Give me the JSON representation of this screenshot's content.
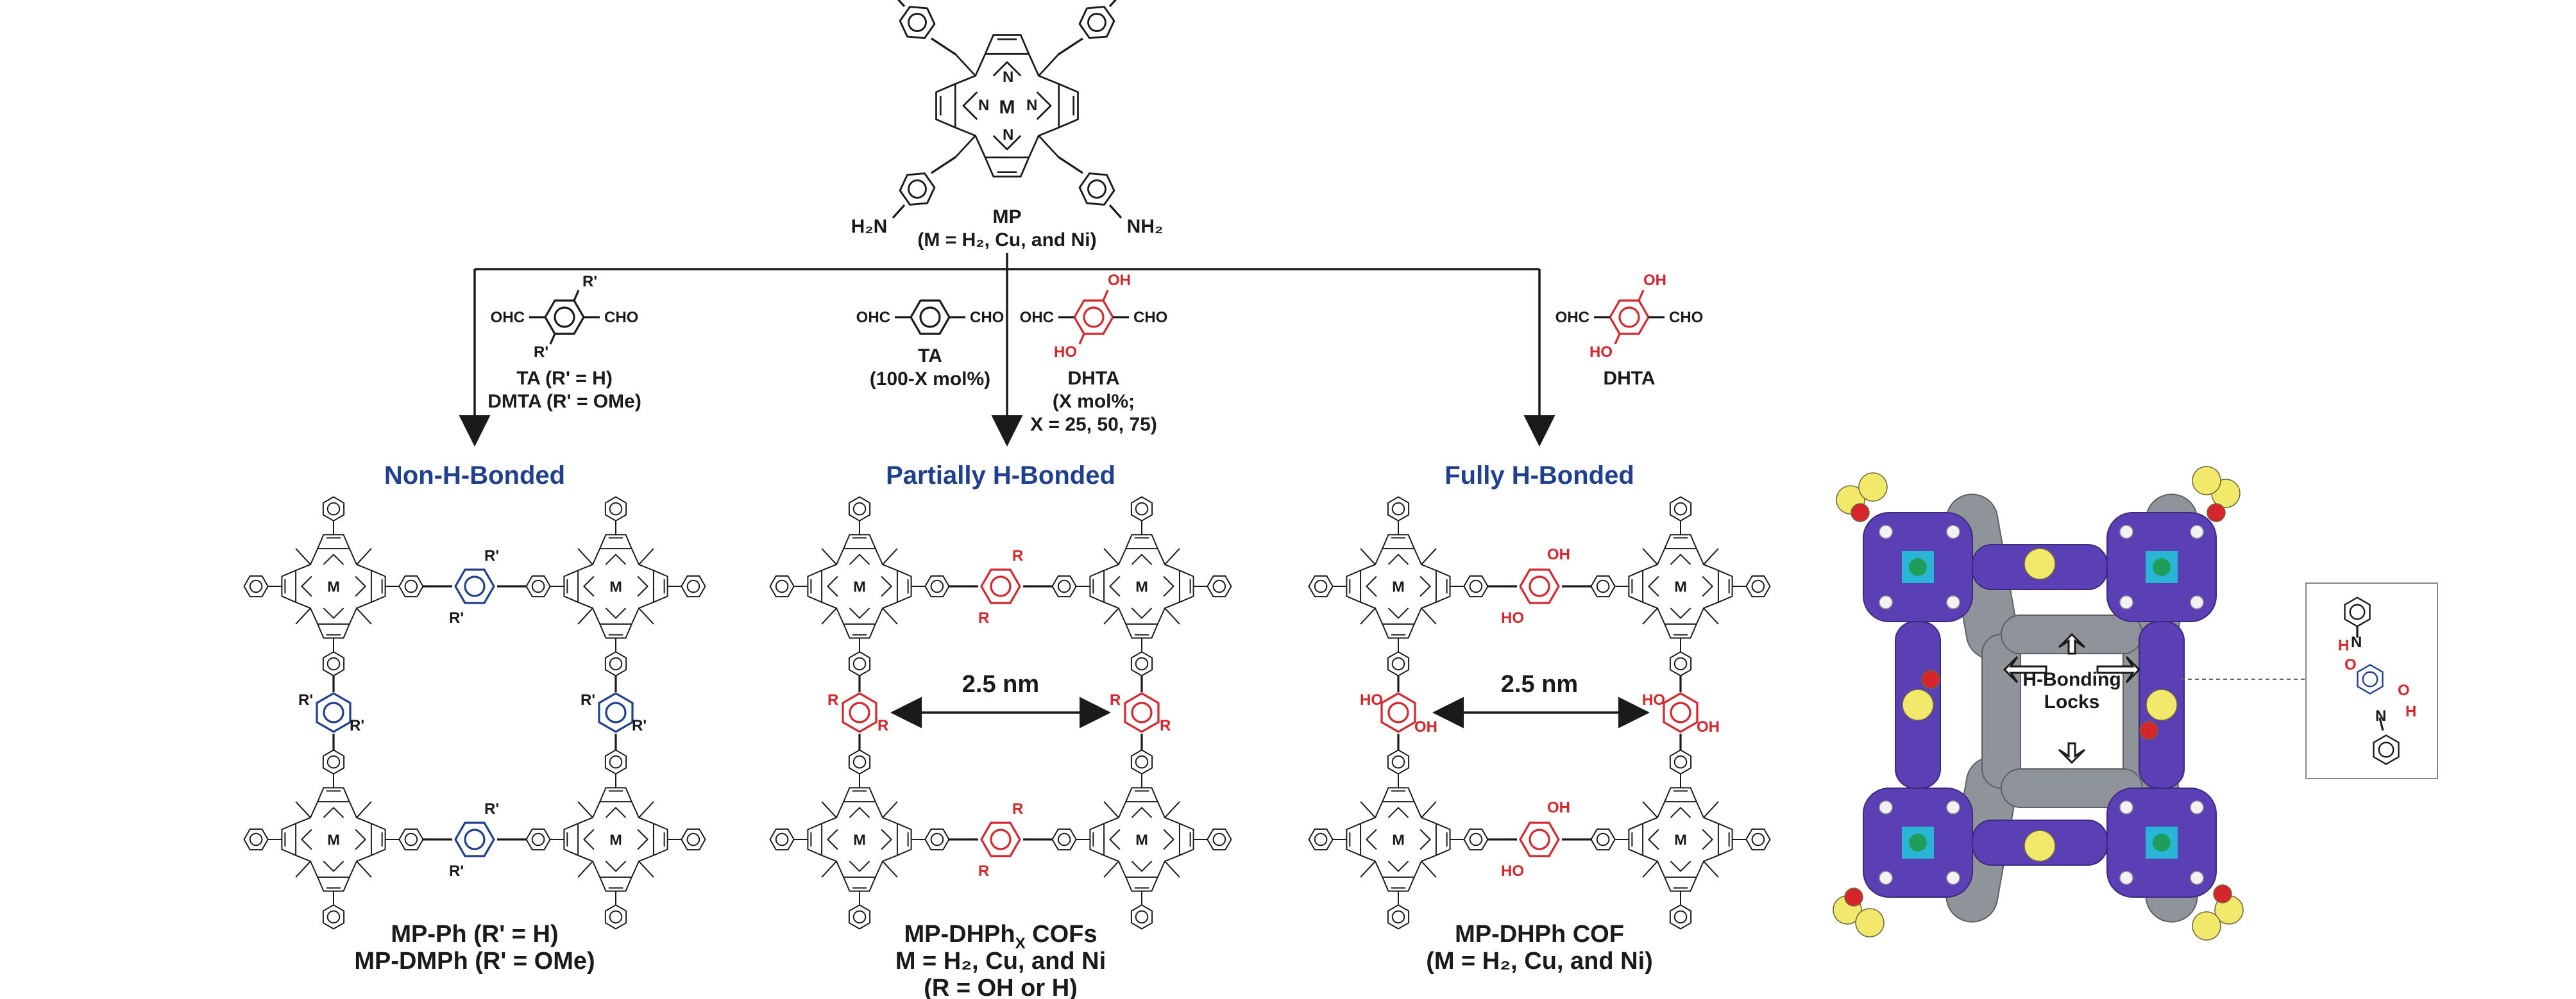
{
  "monomer": {
    "amine_label": "NH₂",
    "amine_label_left": "H₂N",
    "name": "MP",
    "metals": "(M = H₂, Cu, and Ni)"
  },
  "atoms": {
    "M": "M",
    "N": "N"
  },
  "reagents": {
    "left": {
      "cho": "CHO",
      "ohc": "OHC",
      "sub": "R'",
      "caption1": "TA (R' = H)",
      "caption2": "DMTA (R' = OMe)"
    },
    "mid_ta": {
      "ohc": "OHC",
      "cho": "CHO",
      "caption1": "TA",
      "caption2": "(100-X mol%)"
    },
    "mid_dhta": {
      "ohc": "OHC",
      "cho": "CHO",
      "oh": "OH",
      "ho": "HO",
      "caption1": "DHTA",
      "caption2": "(X mol%;",
      "caption3": "X = 25, 50, 75)"
    },
    "right": {
      "ohc": "OHC",
      "cho": "CHO",
      "oh": "OH",
      "ho": "HO",
      "caption1": "DHTA"
    }
  },
  "frameworks": {
    "left": {
      "header": "Non-H-Bonded",
      "sub": "R'",
      "caption1": "MP-Ph (R' = H)",
      "caption2": "MP-DMPh (R' = OMe)"
    },
    "mid": {
      "header": "Partially H-Bonded",
      "sub": "R",
      "pore": "2.5 nm",
      "caption1": "MP-DHPh",
      "caption1_sub": "X",
      "caption1_tail": " COFs",
      "caption2": "M = H₂, Cu, and Ni)",
      "caption2_pre": "",
      "caption3": "(R = OH or H)"
    },
    "right": {
      "header": "Fully H-Bonded",
      "oh": "OH",
      "ho": "HO",
      "pore": "2.5 nm",
      "caption1": "MP-DHPh COF",
      "caption2": "(M = H₂, Cu, and Ni)"
    }
  },
  "model": {
    "label1": "H-Bonding",
    "label2": "Locks"
  },
  "inset": {
    "n": "N",
    "o": "O",
    "h": "H"
  },
  "colors": {
    "blue": "#1f3f8f",
    "red": "#d7262b",
    "purple": "#5b3fb5",
    "cyan": "#29b6d6",
    "yellow": "#f2e86b",
    "gray": "#8e9499"
  }
}
